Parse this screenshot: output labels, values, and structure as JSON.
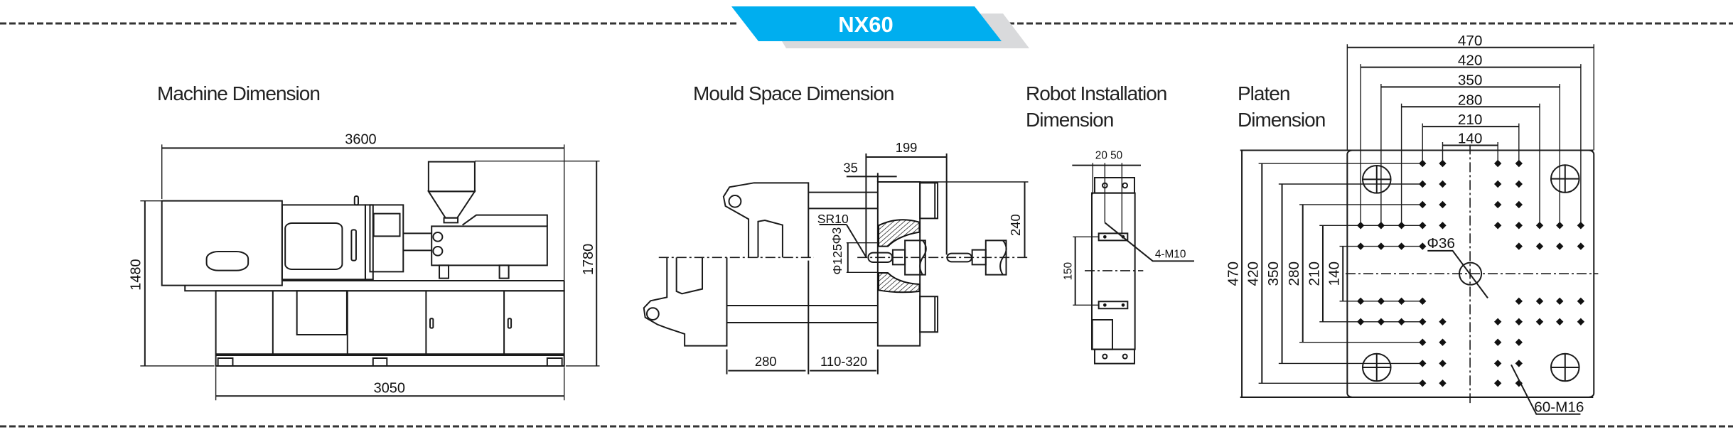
{
  "banner": {
    "model": "NX60",
    "color": "#00AEEF",
    "shadow_color": "#D9DADC"
  },
  "machine": {
    "title": "Machine Dimension",
    "dims": {
      "overall_length": "3600",
      "height_frame": "1480",
      "height_total": "1780",
      "base_length": "3050"
    }
  },
  "mould": {
    "title": "Mould Space Dimension",
    "dims": {
      "d199": "199",
      "d35": "35",
      "sr10": "SR10",
      "phi3": "Φ3",
      "phi125": "Φ125",
      "d240": "240",
      "d280": "280",
      "stroke": "110-320"
    }
  },
  "robot": {
    "title_line1": "Robot Installation",
    "title_line2": "Dimension",
    "dims": {
      "top": "20 50",
      "d150": "150",
      "bolts": "4-M10"
    }
  },
  "platen": {
    "title_line1": "Platen",
    "title_line2": "Dimension",
    "horizontal_dims": [
      "470",
      "420",
      "350",
      "280",
      "210",
      "140"
    ],
    "vertical_dims": [
      "470",
      "420",
      "350",
      "280",
      "210",
      "140"
    ],
    "center_hole": "Φ36",
    "holes": "60-M16"
  }
}
